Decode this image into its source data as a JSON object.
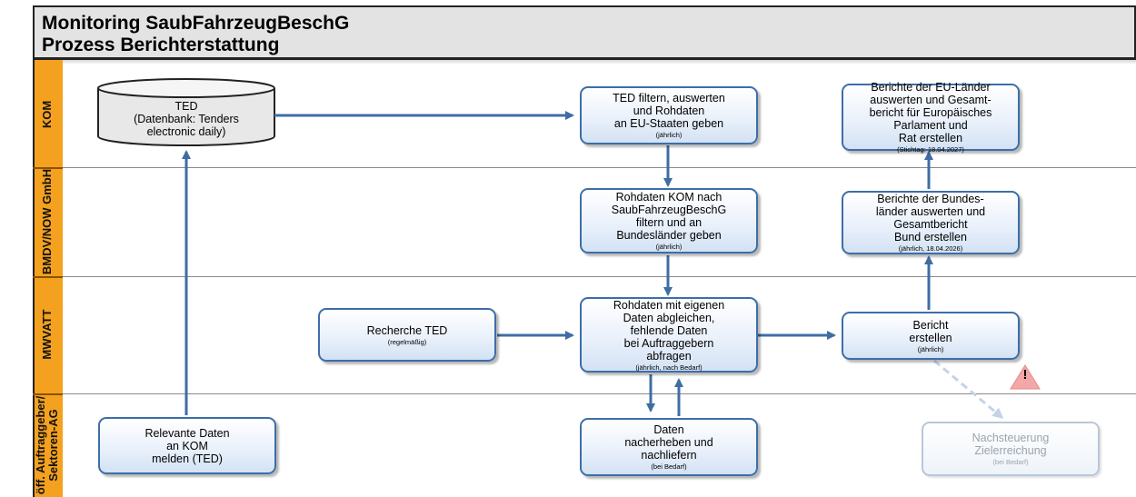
{
  "title": {
    "line1": "Monitoring SaubFahrzeugBeschG",
    "line2": "Prozess Berichterstattung"
  },
  "lanes": {
    "kom": "KOM",
    "bmdv": "BMDV/NOW GmbH",
    "mwvatt": "MWVATT",
    "oeff_line1": "öff. Auftraggeber/",
    "oeff_line2": "Sektoren-AG"
  },
  "nodes": {
    "ted_db": {
      "line1": "TED",
      "line2": "(Datenbank: Tenders",
      "line3": "electronic daily)"
    },
    "ted_filter": {
      "line1": "TED filtern, auswerten",
      "line2": "und Rohdaten",
      "line3": "an EU-Staaten geben",
      "sub": "(jährlich)"
    },
    "eu_berichte": {
      "line1": "Berichte der EU-Länder",
      "line2": "auswerten und Gesamt-",
      "line3": "bericht für Europäisches",
      "line4": "Parlament und",
      "line5": "Rat erstellen",
      "sub": "(Stichtag: 18.04.2027)"
    },
    "rohdaten_kom": {
      "line1": "Rohdaten KOM nach",
      "line2": "SaubFahrzeugBeschG",
      "line3": "filtern und an",
      "line4": "Bundesländer geben",
      "sub": "(jährlich)"
    },
    "bund_berichte": {
      "line1": "Berichte der Bundes-",
      "line2": "länder auswerten und",
      "line3": "Gesamtbericht",
      "line4": "Bund erstellen",
      "sub": "(jährlich, 18.04.2026)"
    },
    "recherche": {
      "line1": "Recherche TED",
      "sub": "(regelmäßig)"
    },
    "abgleichen": {
      "line1": "Rohdaten mit eigenen",
      "line2": "Daten abgleichen,",
      "line3": "fehlende Daten",
      "line4": "bei Auftraggebern",
      "line5": "abfragen",
      "sub": "(jährlich, nach Bedarf)"
    },
    "bericht": {
      "line1": "Bericht",
      "line2": "erstellen",
      "sub": "(jährlich)"
    },
    "relevante": {
      "line1": "Relevante Daten",
      "line2": "an KOM",
      "line3": "melden (TED)"
    },
    "nacherheben": {
      "line1": "Daten",
      "line2": "nacherheben und",
      "line3": "nachliefern",
      "sub": "(bei Bedarf)"
    },
    "nachsteuerung": {
      "line1": "Nachsteuerung",
      "line2": "Zielerreichung",
      "sub": "(bei Bedarf)"
    }
  },
  "warning": {
    "icon": "warning-icon",
    "mark": "!",
    "color": "#f4a7a7"
  },
  "colors": {
    "lane": "#f4a11f",
    "arrow": "#3f6da3",
    "box_border": "#3d6ea8",
    "faded_arrow": "#c4d3e6"
  }
}
